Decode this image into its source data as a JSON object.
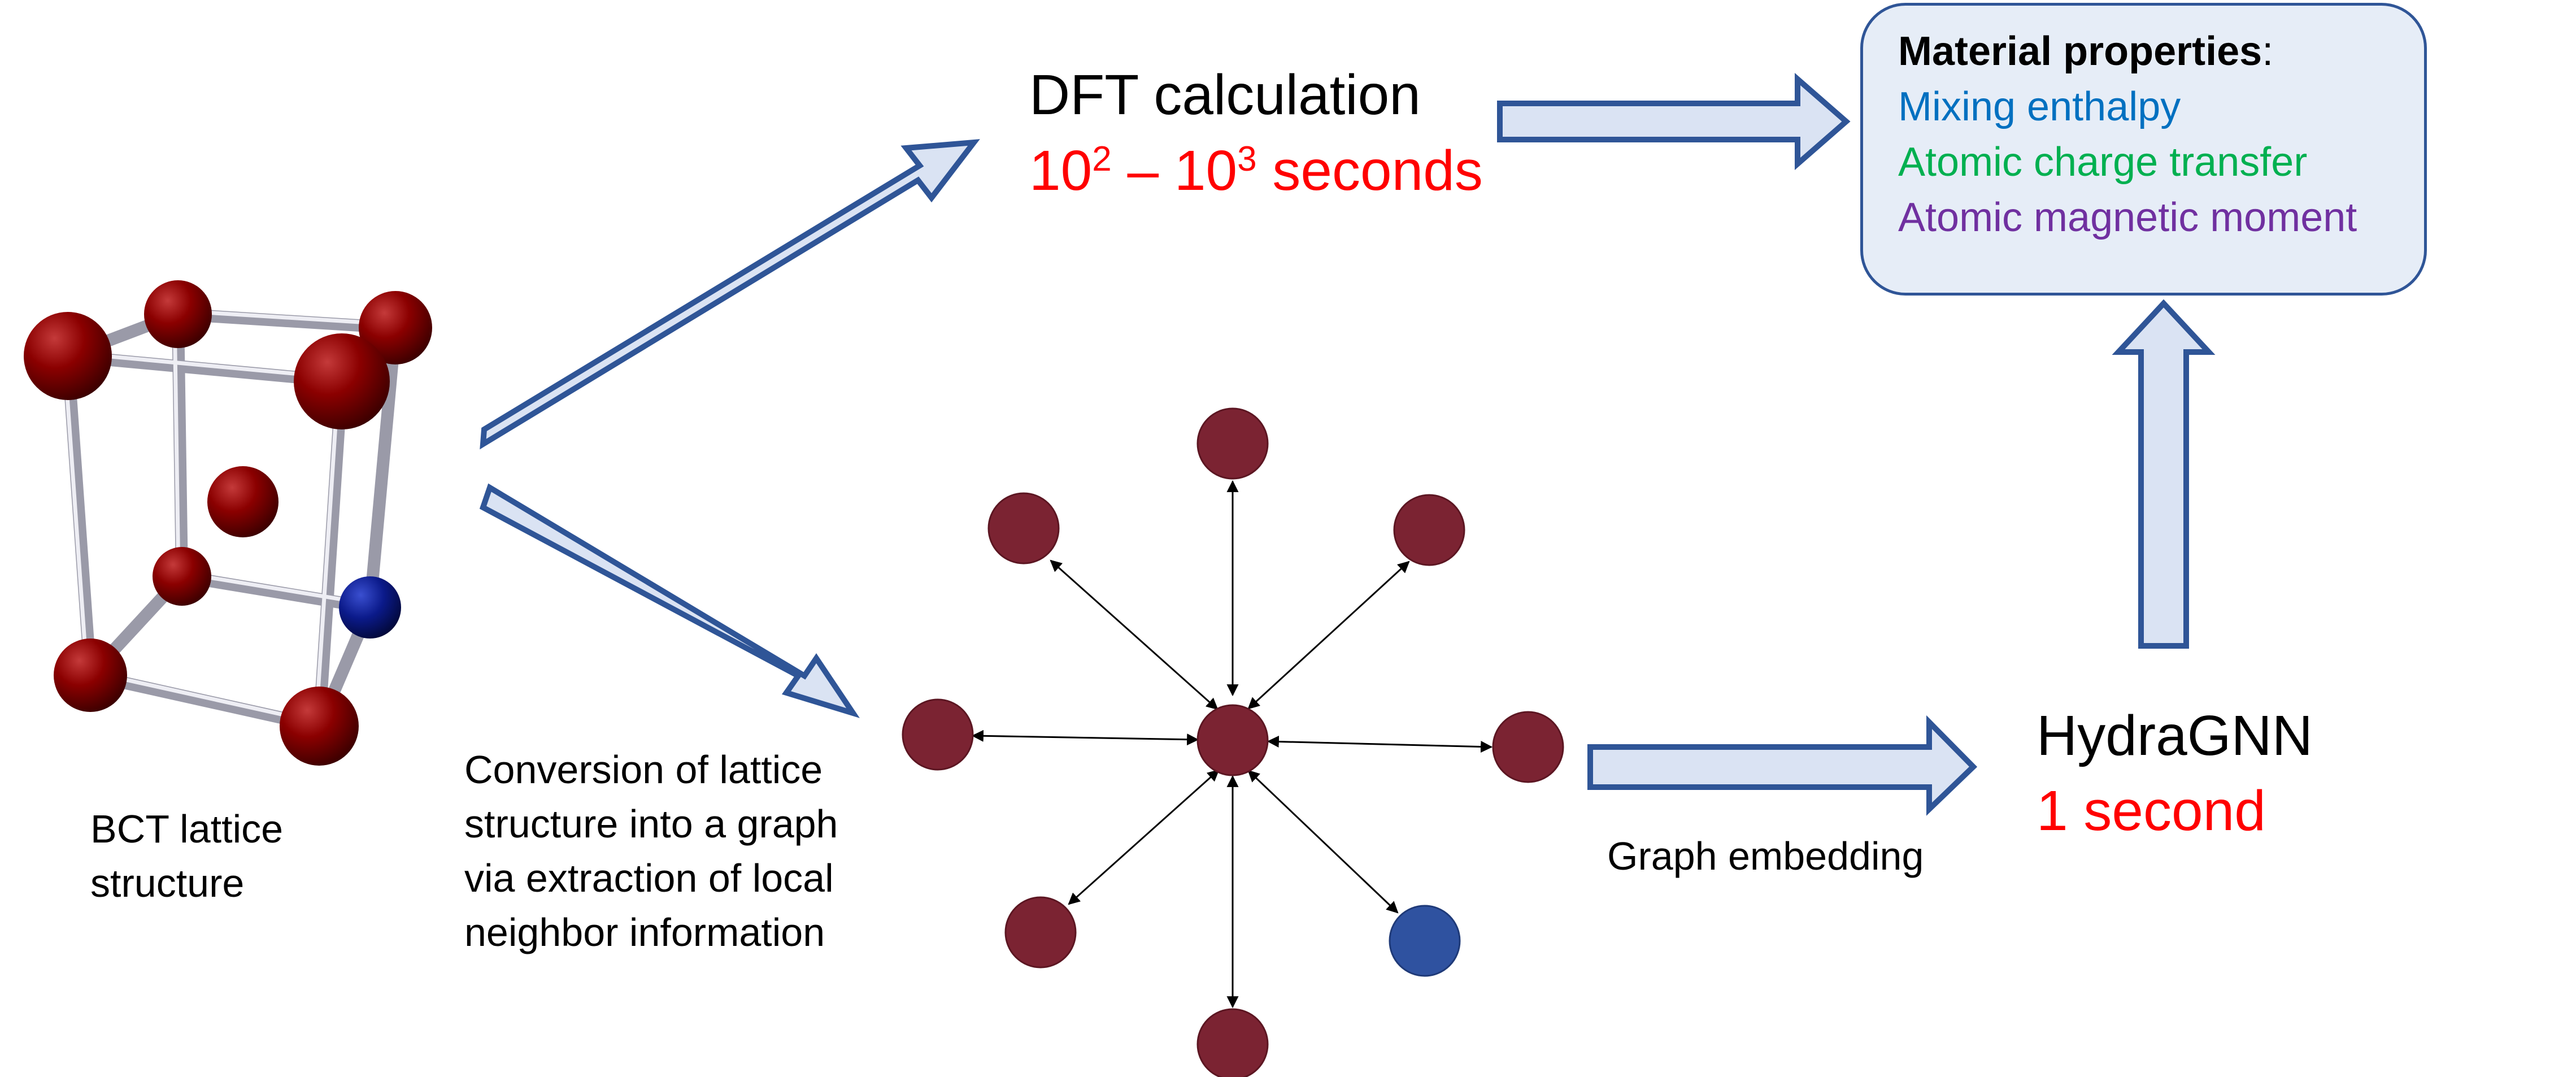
{
  "lattice": {
    "label_lines": [
      "BCT lattice",
      "structure"
    ],
    "atom_color": "#8b0000",
    "special_atom_color": "#0b1a8a"
  },
  "conversion": {
    "label_lines": [
      "Conversion of lattice",
      "structure into a graph",
      "via extraction of local",
      "neighbor information"
    ]
  },
  "dft": {
    "title": "DFT calculation",
    "time_base_1": "10",
    "time_exp_1": "2",
    "time_sep": " – ",
    "time_base_2": "10",
    "time_exp_2": "3",
    "time_unit": " seconds"
  },
  "properties": {
    "title": "Material properties",
    "title_suffix": ":",
    "items": [
      {
        "label": "Mixing enthalpy",
        "color": "#0070c0"
      },
      {
        "label": "Atomic charge transfer",
        "color": "#00b050"
      },
      {
        "label": "Atomic magnetic moment",
        "color": "#7030a0"
      }
    ]
  },
  "graph": {
    "node_color": "#7b2332",
    "special_node_color": "#2f52a0",
    "edge_label": "Graph embedding"
  },
  "hydragnn": {
    "title": "HydraGNN",
    "time": "1 second"
  },
  "colors": {
    "arrow_fill": "#dae3f3",
    "arrow_stroke": "#2f5597",
    "time_red": "#ff0000"
  }
}
